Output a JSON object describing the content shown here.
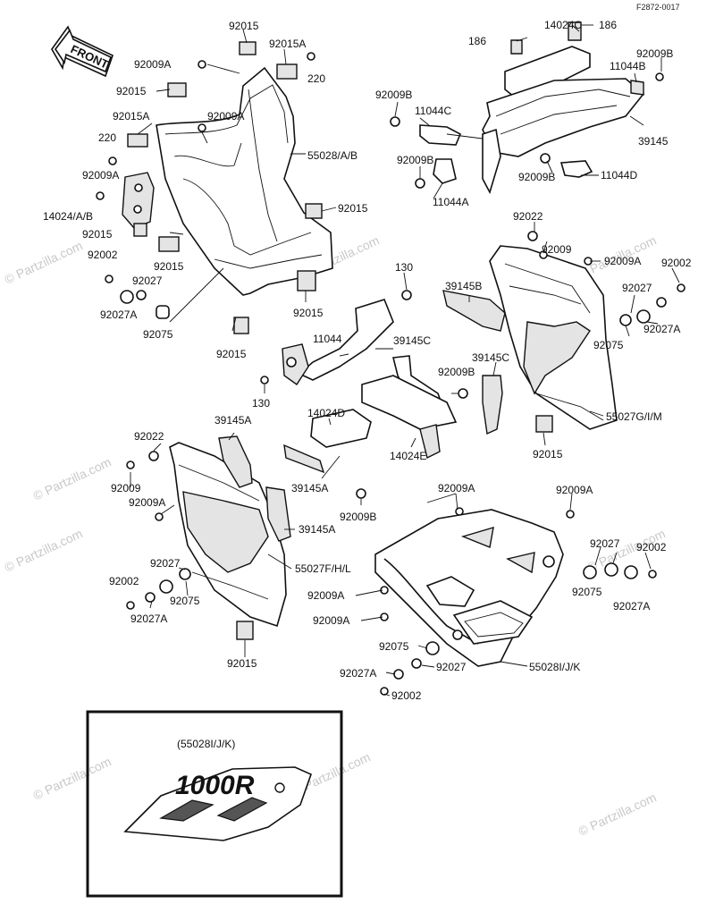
{
  "ref_code": "F2872-0017",
  "watermark": "© Partzilla.com",
  "front_label": "FRONT",
  "decal_label": "(55028I/J/K)",
  "decal_text": "1000R",
  "labels": [
    "92015",
    "92015A",
    "92009A",
    "220",
    "92015",
    "92015A",
    "92009A",
    "220",
    "92009A",
    "14024/A/B",
    "92015",
    "92002",
    "92015",
    "92027",
    "92027A",
    "92075",
    "55028/A/B",
    "92015",
    "92015",
    "92015",
    "186",
    "14024C",
    "186",
    "92009B",
    "11044B",
    "92009B",
    "11044C",
    "92009B",
    "11044A",
    "39145",
    "92009B",
    "11044D",
    "92022",
    "92009",
    "92009A",
    "92002",
    "92027",
    "92027A",
    "92075",
    "55027G/I/M",
    "92015",
    "130",
    "39145B",
    "11044",
    "39145C",
    "39145C",
    "130",
    "92009B",
    "14024D",
    "14024E",
    "39145A",
    "92022",
    "92009",
    "92009A",
    "39145A",
    "39145A",
    "92009B",
    "92027",
    "92002",
    "92075",
    "92027A",
    "55027F/H/L",
    "92015",
    "92009A",
    "92009A",
    "92027",
    "92002",
    "92009A",
    "92009A",
    "92075",
    "92027A",
    "55028I/J/K",
    "92075",
    "92027A",
    "92027",
    "92002"
  ]
}
